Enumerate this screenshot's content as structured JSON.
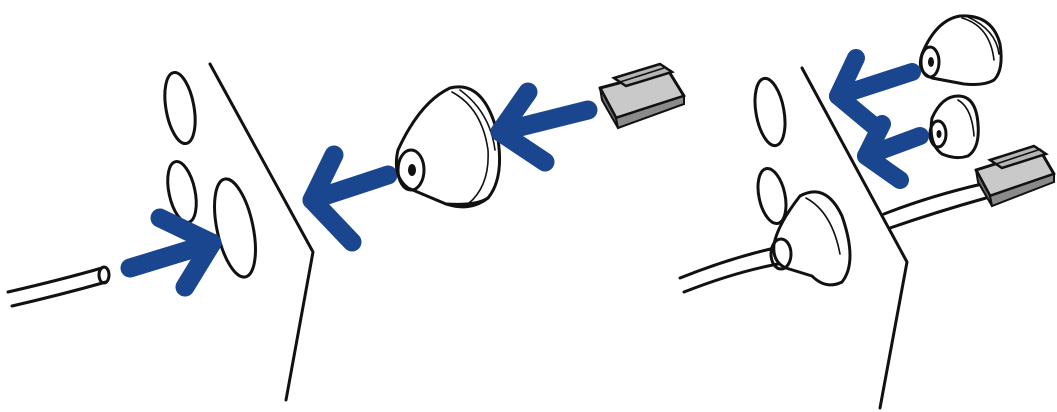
{
  "diagram": {
    "panels": [
      {
        "id": "before",
        "items": [
          "wall-panel",
          "cable-holes",
          "rubber-grommet",
          "rj45-connector",
          "cable"
        ],
        "arrows": 3
      },
      {
        "id": "after",
        "items": [
          "wall-panel",
          "cable-holes",
          "small-grommet",
          "large-grommet",
          "installed-grommet",
          "rj45-connector",
          "cable"
        ],
        "arrows": 2
      }
    ]
  },
  "colors": {
    "arrow": "#1a4690",
    "stroke": "#111111",
    "background": "#ffffff",
    "connector_body": "#a7a7a7",
    "connector_dark": "#6d6d6d"
  },
  "icons": {
    "arrow": "arrow-icon",
    "grommet": "grommet-icon",
    "connector": "rj45-connector-icon"
  }
}
